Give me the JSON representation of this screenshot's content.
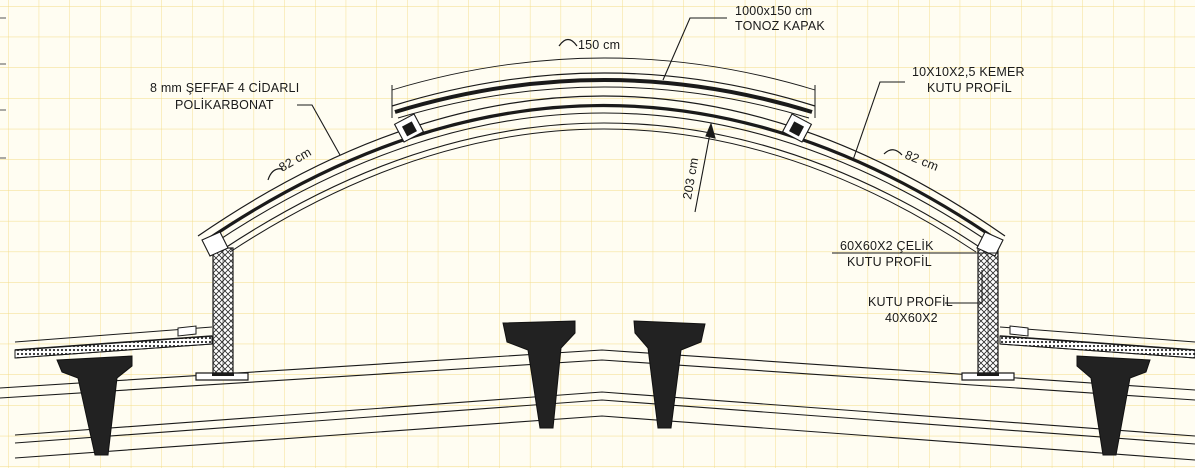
{
  "labels": {
    "cover": [
      "1000x150 cm",
      "TONOZ KAPAK"
    ],
    "polycarbonate": [
      "8 mm ŞEFFAF 4 CİDARLI",
      "POLİKARBONAT"
    ],
    "arch_profile": [
      "10X10X2,5 KEMER",
      "KUTU PROFİL"
    ],
    "steel_profile": [
      "60X60X2 ÇELİK",
      "KUTU PROFİL"
    ],
    "box_profile": [
      "KUTU PROFİL",
      "40X60X2"
    ]
  },
  "dimensions": {
    "top_arc": "150 cm",
    "left_arc": "82 cm",
    "right_arc": "82 cm",
    "height": "203 cm"
  },
  "colors": {
    "background": "#fffdf2",
    "grid": "#f3dc86",
    "line": "#1a1a1a",
    "fill_dark": "#222222"
  }
}
